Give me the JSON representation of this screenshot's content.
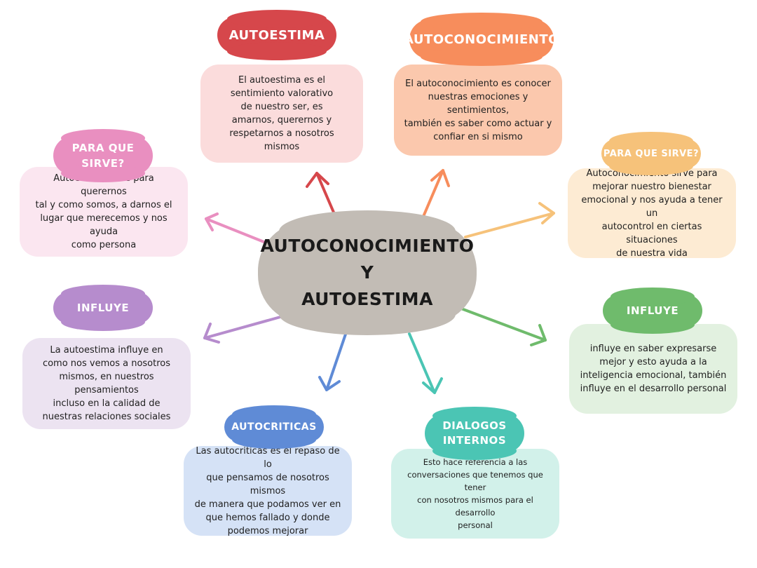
{
  "center": {
    "title": "AUTOCONOCIMIENTO Y\nAUTOESTIMA"
  },
  "autoestima": {
    "heading": "AUTOESTIMA",
    "text": "El autoestima es el\nsentimiento valorativo\nde nuestro ser, es\namarnos, querernos y\nrespetarnos a nosotros\nmismos"
  },
  "autoconocimiento": {
    "heading": "AUTOCONOCIMIENTO",
    "text": "El autoconocimiento es conocer\nnuestras emociones y sentimientos,\ntambién es saber como actuar y\nconfiar en si mismo"
  },
  "para_que_sirve_left": {
    "heading": "PARA QUE\nSIRVE?",
    "text": "Autoestima sirve para querernos\ntal y como somos, a darnos el\nlugar que merecemos y nos ayuda\ncomo persona"
  },
  "para_que_sirve_right": {
    "heading": "PARA QUE SIRVE?",
    "text": "Autoconocimiento sirve para\nmejorar nuestro bienestar\nemocional y nos ayuda a tener un\nautocontrol en ciertas situaciones\nde nuestra vida"
  },
  "influye_left": {
    "heading": "INFLUYE",
    "text": "La autoestima influye en\ncomo nos vemos a nosotros\nmismos, en nuestros\npensamientos\nincluso en la calidad de\nnuestras relaciones sociales"
  },
  "influye_right": {
    "heading": "INFLUYE",
    "text": "influye en saber expresarse\nmejor y esto ayuda a la\ninteligencia emocional, también\ninfluye en el desarrollo personal"
  },
  "autocriticas": {
    "heading": "AUTOCRITICAS",
    "text": "Las autocriticas es el repaso de lo\nque pensamos de nosotros mismos\nde manera que podamos ver en\nque hemos fallado y donde\npodemos mejorar"
  },
  "dialogos": {
    "heading": "DIALOGOS\nINTERNOS",
    "text": "Esto hace referencia a las\nconversaciones que tenemos que tener\ncon nosotros mismos para el desarrollo\npersonal"
  },
  "colors": {
    "autoestima": "#d6474b",
    "autoconocimiento": "#f78d5c",
    "para_que_sirve_left": "#e98fc0",
    "para_que_sirve_right": "#f6c27a",
    "influye_left": "#b68ccd",
    "influye_right": "#6fbb6c",
    "autocriticas": "#5f8bd6",
    "dialogos": "#4bc5b4",
    "center": "#c2bcb5"
  }
}
